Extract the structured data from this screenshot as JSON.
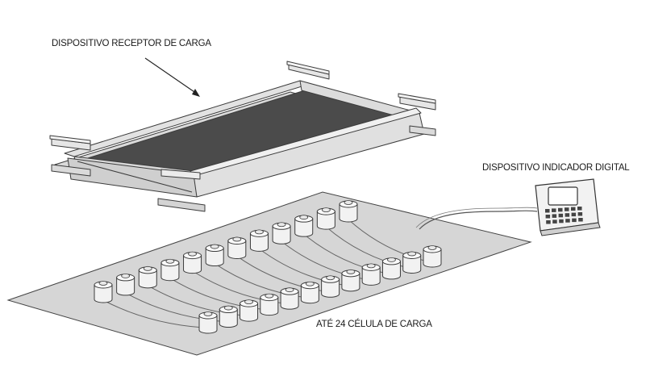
{
  "labels": {
    "receiver": "DISPOSITIVO RECEPTOR DE CARGA",
    "indicator": "DISPOSITIVO INDICADOR DIGITAL",
    "cells": "ATÉ 24 CÉLULA DE CARGA"
  },
  "load_cell_count": 24,
  "colors": {
    "background": "#ffffff",
    "platform_fill": "#d2d2d2",
    "deck_fill": "#4b4b4b",
    "beam_fill": "#dedede",
    "base_fill": "#d6d6d6",
    "cell_fill": "#f2f2f2",
    "outline": "#3c3c3c"
  },
  "icons": [
    "load-receiver-platform",
    "digital-indicator-icon",
    "load-cell-icon",
    "arrow-icon"
  ]
}
